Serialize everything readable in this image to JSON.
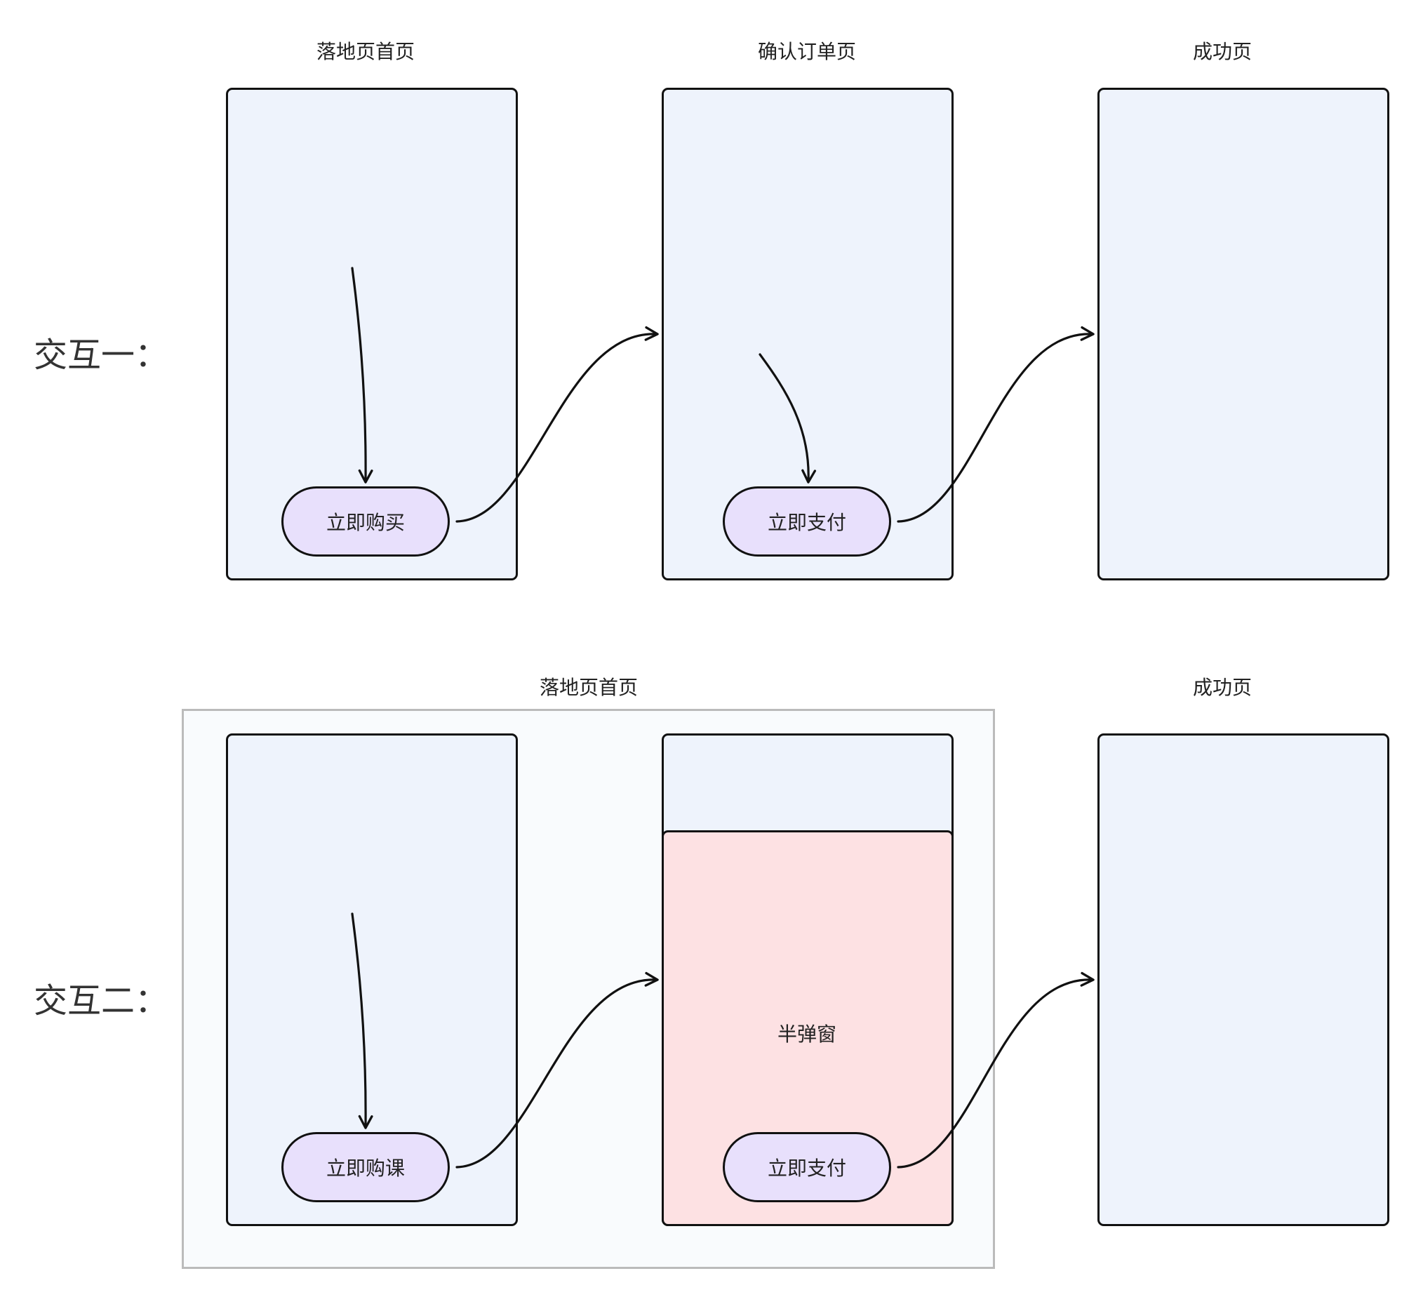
{
  "rows": [
    {
      "label": "交互一：",
      "screens": [
        {
          "title": "落地页首页",
          "button": "立即购买"
        },
        {
          "title": "确认订单页",
          "button": "立即支付"
        },
        {
          "title": "成功页"
        }
      ]
    },
    {
      "label": "交互二：",
      "group_title": "落地页首页",
      "screens": [
        {
          "button": "立即购课"
        },
        {
          "sheet_label": "半弹窗",
          "button": "立即支付"
        },
        {
          "title": "成功页"
        }
      ]
    }
  ],
  "colors": {
    "screen_fill": "#eef3fc",
    "button_fill": "#e8e0fc",
    "sheet_fill": "#fde1e3",
    "group_fill": "#f9fbfd",
    "group_border": "#bbbbbb",
    "stroke": "#111111"
  }
}
